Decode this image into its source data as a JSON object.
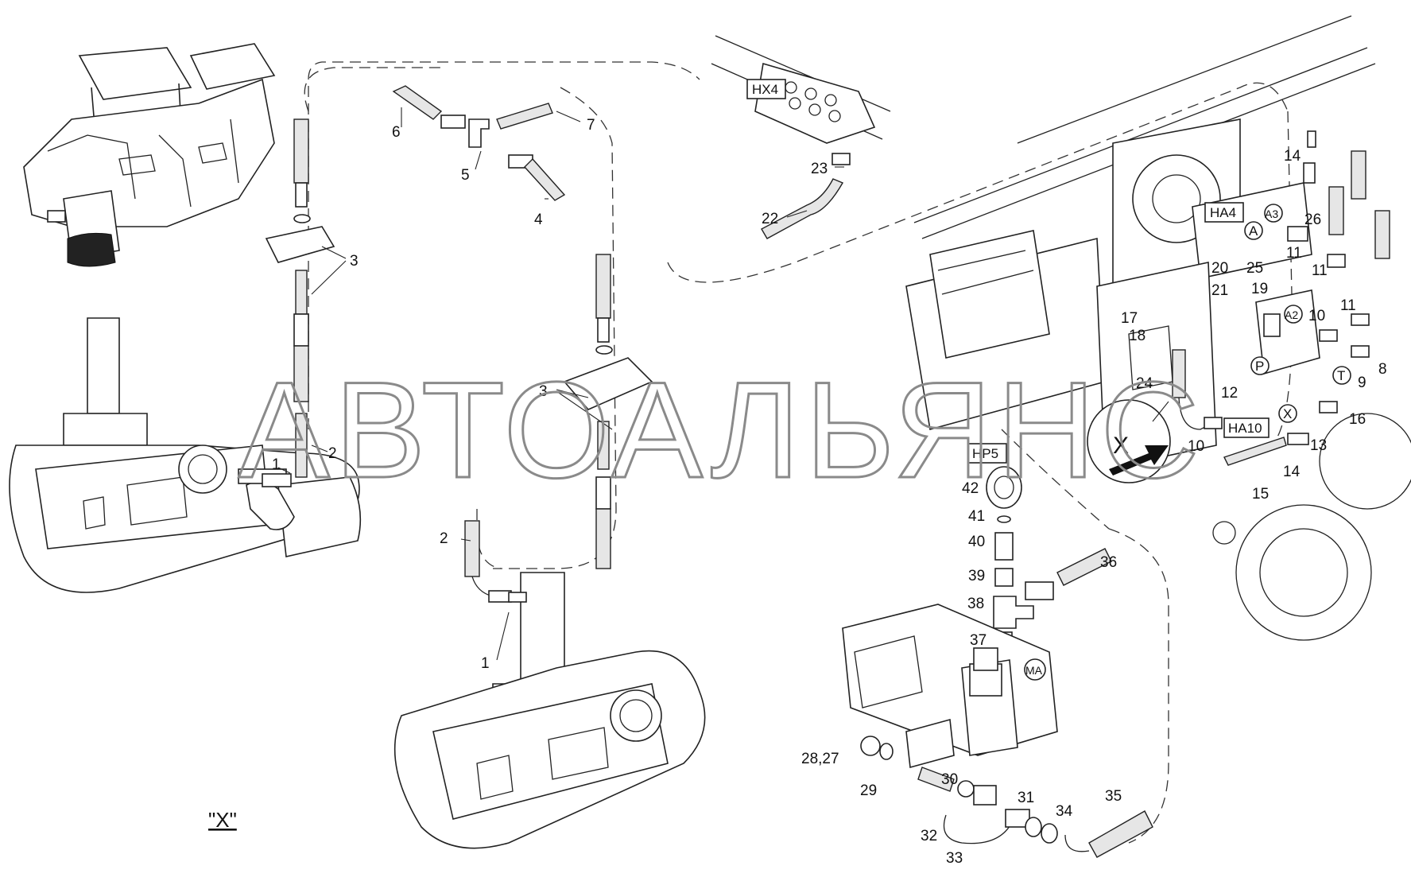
{
  "watermark": "АВТОАЛЬЯНС",
  "view_label": "\"X\"",
  "x_marker": "X",
  "port_tags": [
    "HX4",
    "HA4",
    "HA10",
    "HP5"
  ],
  "port_letters": [
    "A",
    "A3",
    "A2",
    "P",
    "T",
    "X",
    "MA"
  ],
  "callouts": [
    "1",
    "1",
    "2",
    "2",
    "3",
    "3",
    "4",
    "5",
    "6",
    "7",
    "8",
    "9",
    "10",
    "10",
    "11",
    "11",
    "11",
    "12",
    "13",
    "14",
    "14",
    "15",
    "16",
    "17",
    "18",
    "19",
    "20",
    "21",
    "22",
    "23",
    "24",
    "25",
    "26",
    "28,27",
    "29",
    "30",
    "31",
    "32",
    "33",
    "34",
    "35",
    "36",
    "37",
    "38",
    "39",
    "40",
    "41",
    "42"
  ]
}
